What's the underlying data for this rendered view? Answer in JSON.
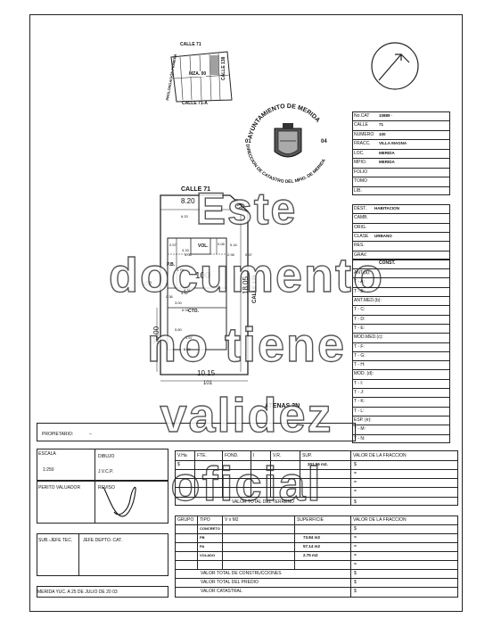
{
  "location_map": {
    "street_top": "CALLE 71",
    "street_bottom": "CALLE 71-A",
    "street_right": "CALLE 138",
    "side_label": "PROLONGACIÓN PRIMERA",
    "block_label": "MZA. 00"
  },
  "seal": {
    "arc_text": "AYUNTAMIENTO DE MERIDA",
    "arc_text_bottom": "DIRECCION DE CATASTRO DEL MPIO. DE MERIDA",
    "left_number": "01",
    "right_number": "04"
  },
  "property_info": {
    "rows": [
      {
        "label": "No.CAT",
        "value": "10889 ·"
      },
      {
        "label": "CALLE",
        "value": "71"
      },
      {
        "label": "NUMERO",
        "value": "100"
      },
      {
        "label": "FRACC.",
        "value": "VILLA MAGNA"
      },
      {
        "label": "LOC.",
        "value": "MERIDA"
      },
      {
        "label": "MPIO.",
        "value": "MERIDA"
      },
      {
        "label": "FOLIO",
        "value": ""
      },
      {
        "label": "TOMO",
        "value": ""
      },
      {
        "label": "LIB.",
        "value": ""
      }
    ]
  },
  "destination": {
    "rows": [
      {
        "label": "DEST.",
        "value": "HABITACION"
      },
      {
        "label": "CAMB.",
        "value": ""
      },
      {
        "label": "ORIG.",
        "value": ""
      },
      {
        "label": "CLASE",
        "value": "URBANO"
      },
      {
        "label": "RES.",
        "value": ""
      },
      {
        "label": "GRAV.",
        "value": ""
      }
    ]
  },
  "construction": {
    "header": "CONST.",
    "rows": [
      "ANT.(a):",
      "T - A:",
      "T - B:",
      "ANT.MED.(b):",
      "T - C:",
      "T - D:",
      "T - E:",
      "MOD.MED.(c):",
      "T - F:",
      "T - G:",
      "T - H:",
      "MOD. (d):",
      "T - I:",
      "T - J:",
      "T - K:",
      "T - L:",
      "ESP. (e):",
      "T - M:",
      "T - N:"
    ]
  },
  "plan": {
    "street_top": "CALLE 71",
    "street_right": "CALLE 138",
    "street_bottom": "ATENAS 2N",
    "lot_number": "100",
    "left_lot": "102",
    "bottom_lot": "101",
    "dim_top": "8.20",
    "dim_diag": "2.78",
    "dim_right": "18.05",
    "dim_left": "20.00",
    "dim_bottom": "10.15",
    "room_vol": "VOL.",
    "room_pb": "P.B.",
    "room_cto": "CTO.",
    "small_dims": [
      "6.20",
      "0.57",
      "3.33",
      "5.16",
      "2.98",
      "0.37",
      "3.06",
      "1.79",
      "5.31",
      "3.32",
      "0.36",
      "3.00",
      "6.91",
      "8.20",
      "1.57",
      "5.80",
      "0.08"
    ]
  },
  "owner": {
    "label": "PROPIETARIO:",
    "value": "_"
  },
  "scale": {
    "label": "ESCALA",
    "value": "1:250",
    "drawn_label": "DIBUJO",
    "drawn_value": "J.V.C.P."
  },
  "appraiser": {
    "label": "PERITO VALUADOR",
    "reviewed_label": "REVISO"
  },
  "signatures": {
    "sub_chief": "SUB.-JEFE TEC.",
    "chief": "JEFE DEPTO. CAT."
  },
  "date": {
    "text": "MERIDA YUC. A 25 DE JULIO DE 20 03"
  },
  "land_table": {
    "headers": [
      "V.Ha",
      "FTE.",
      "FOND.",
      "I",
      "V.R.",
      "SUP.",
      "VALOR DE LA FRACCION"
    ],
    "row": {
      "prefix": "$",
      "surface": "201.56 m2.",
      "value": "$"
    },
    "total_label": "VALOR TOTAL DEL TERRENO",
    "extra_values": [
      "=",
      "=",
      "="
    ],
    "total_value": "$"
  },
  "build_table": {
    "headers": [
      "GRUPO",
      "TIPO",
      "V x M2",
      "SUPERFICIE",
      "VALOR DE LA FRACCION"
    ],
    "rows": [
      {
        "tipo": "CONCRETO",
        "superficie": "",
        "valor": "$"
      },
      {
        "tipo": "PB",
        "superficie": "73.84 m2",
        "valor": "="
      },
      {
        "tipo": "PA",
        "superficie": "57.14 m2",
        "valor": "="
      },
      {
        "tipo": "VOLADO",
        "superficie": "2.75 m2",
        "valor": "="
      },
      {
        "tipo": "",
        "superficie": "",
        "valor": "="
      }
    ],
    "totals": [
      {
        "label": "VALOR TOTAL DE CONSTRUCCIONES",
        "value": "$"
      },
      {
        "label": "VALOR TOTAL DEL PREDIO",
        "value": "$"
      },
      {
        "label": "VALOR CATASTRAL",
        "value": "$"
      }
    ]
  },
  "watermark": [
    "Este",
    "documento",
    "no tiene",
    "validez",
    "oficial"
  ]
}
